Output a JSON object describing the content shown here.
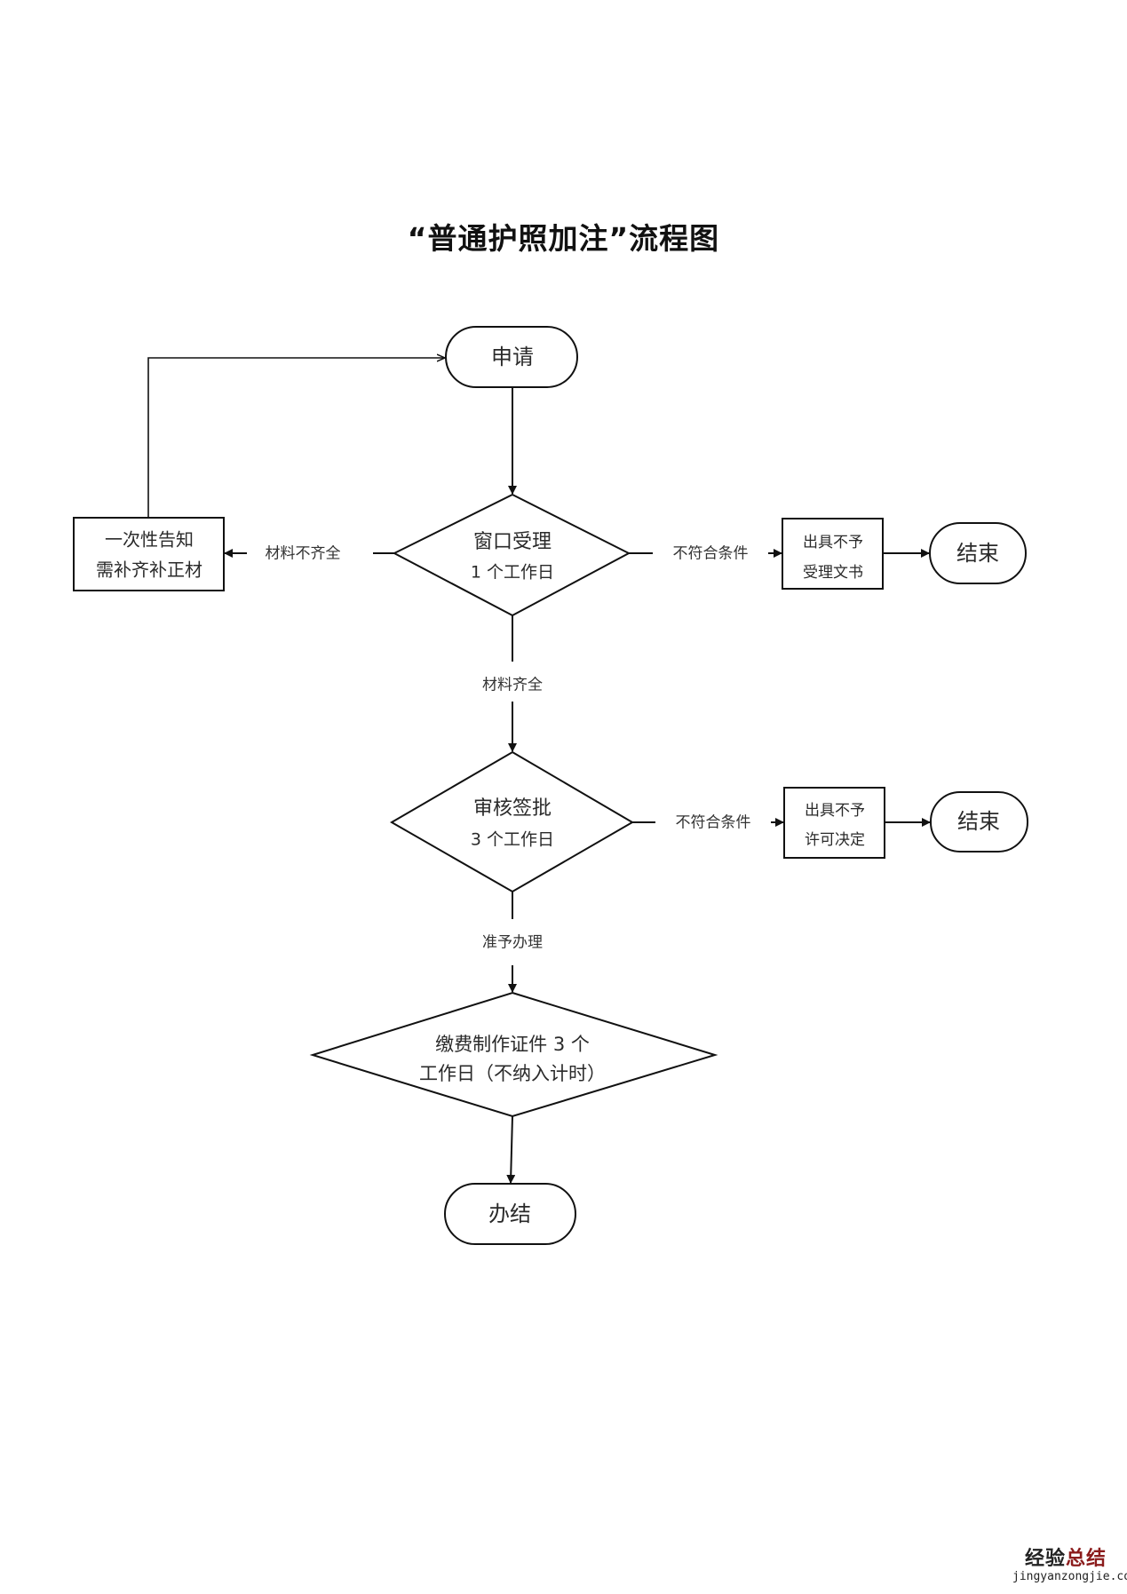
{
  "title": "“普通护照加注”流程图",
  "nodes": {
    "apply": {
      "shape": "terminal",
      "text": [
        "申请"
      ]
    },
    "window_accept": {
      "shape": "decision",
      "text": [
        "窗口受理",
        "1 个工作日"
      ]
    },
    "notify_supplement": {
      "shape": "process",
      "text": [
        "一次性告知",
        "需补齐补正材"
      ]
    },
    "reject_acceptance": {
      "shape": "process",
      "text": [
        "出具不予",
        "受理文书"
      ]
    },
    "end_1": {
      "shape": "terminal",
      "text": [
        "结束"
      ]
    },
    "review_approve": {
      "shape": "decision",
      "text": [
        "审核签批",
        "3 个工作日"
      ]
    },
    "reject_permit": {
      "shape": "process",
      "text": [
        "出具不予",
        "许可决定"
      ]
    },
    "end_2": {
      "shape": "terminal",
      "text": [
        "结束"
      ]
    },
    "pay_produce": {
      "shape": "decision",
      "text": [
        "缴费制作证件 3 个",
        "工作日（不纳入计时）"
      ]
    },
    "completed": {
      "shape": "terminal",
      "text": [
        "办结"
      ]
    }
  },
  "edges": [
    {
      "from": "apply",
      "to": "window_accept",
      "label": ""
    },
    {
      "from": "window_accept",
      "to": "notify_supplement",
      "label": "材料不齐全"
    },
    {
      "from": "notify_supplement",
      "to": "apply",
      "label": ""
    },
    {
      "from": "window_accept",
      "to": "reject_acceptance",
      "label": "不符合条件"
    },
    {
      "from": "reject_acceptance",
      "to": "end_1",
      "label": ""
    },
    {
      "from": "window_accept",
      "to": "review_approve",
      "label": "材料齐全"
    },
    {
      "from": "review_approve",
      "to": "reject_permit",
      "label": "不符合条件"
    },
    {
      "from": "reject_permit",
      "to": "end_2",
      "label": ""
    },
    {
      "from": "review_approve",
      "to": "pay_produce",
      "label": "准予办理"
    },
    {
      "from": "pay_produce",
      "to": "completed",
      "label": ""
    }
  ],
  "labels": {
    "incomplete": "材料不齐全",
    "unqualified_1": "不符合条件",
    "complete": "材料齐全",
    "unqualified_2": "不符合条件",
    "approved": "准予办理"
  },
  "watermark": {
    "part1": "经验",
    "part2": "总结",
    "url": "jingyanzongjie.com",
    "accent": "#8b1c1c"
  }
}
